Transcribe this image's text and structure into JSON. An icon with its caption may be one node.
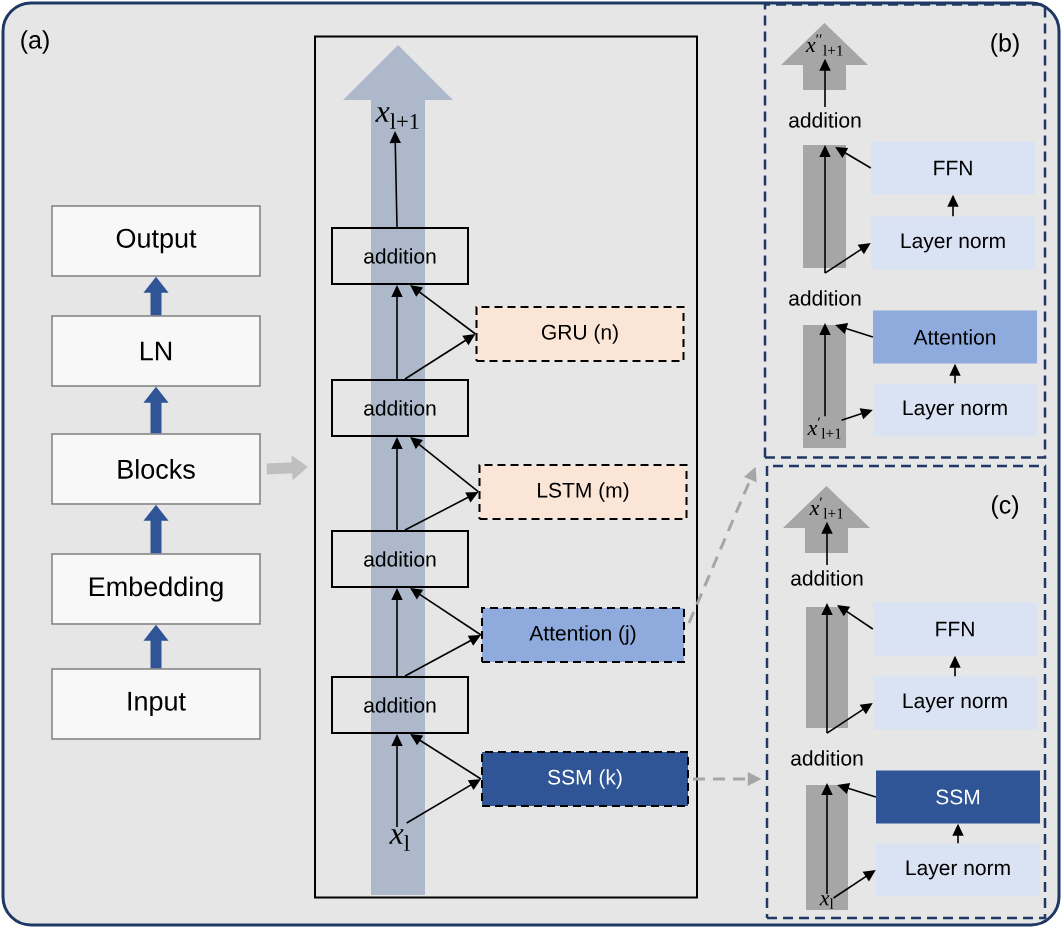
{
  "diagram": {
    "nodes": [
      {
        "text": [
          "(a)"
        ]
      },
      {
        "text": [
          "Output"
        ],
        "in": 0
      },
      {
        "text": [
          "LN"
        ],
        "in": 0
      },
      {
        "text": [
          "Blocks"
        ],
        "in": 0
      },
      {
        "text": [
          "Embedding"
        ],
        "in": 0
      },
      {
        "text": [
          "Input"
        ],
        "in": 0
      },
      {
        "text": [],
        "shape": "box",
        "in": 0
      },
      {
        "text": [
          "*x*$_{l+1}$"
        ],
        "in": 6
      },
      {
        "text": [
          "addition"
        ],
        "in": 6
      },
      {
        "text": [
          "GRU (n)"
        ],
        "in": 6
      },
      {
        "text": [
          "addition"
        ],
        "in": 6
      },
      {
        "text": [
          "LSTM (m)"
        ],
        "in": 6
      },
      {
        "text": [
          "addition"
        ],
        "in": 6
      },
      {
        "text": [
          "Attention (j)"
        ],
        "in": 6
      },
      {
        "text": [
          "addition"
        ],
        "in": 6
      },
      {
        "text": [
          "SSM (k)"
        ],
        "in": 6
      },
      {
        "text": [
          "*x*$_{l}$"
        ],
        "in": 6
      },
      {
        "text": [
          "(b)"
        ],
        "in": 0
      },
      {
        "text": [
          "*x*$^{′′}$$_{l+1}$"
        ],
        "in": 17
      },
      {
        "text": [
          "addition"
        ],
        "in": 17
      },
      {
        "text": [
          "FFN"
        ],
        "in": 17
      },
      {
        "text": [
          "Layer norm"
        ],
        "in": 17
      },
      {
        "text": [
          "addition"
        ],
        "in": 17
      },
      {
        "text": [
          "Attention"
        ],
        "in": 17
      },
      {
        "text": [
          "Layer norm"
        ],
        "in": 17
      },
      {
        "text": [
          "*x*$^{′}$$_{l+1}$"
        ],
        "in": 17
      },
      {
        "text": [
          "(c)"
        ],
        "in": 0
      },
      {
        "text": [
          "*x*$^{′}$$_{l+1}$"
        ],
        "in": 26
      },
      {
        "text": [
          "addition"
        ],
        "in": 26
      },
      {
        "text": [
          "FFN"
        ],
        "in": 26
      },
      {
        "text": [
          "Layer norm"
        ],
        "in": 26
      },
      {
        "text": [
          "addition"
        ],
        "in": 26
      },
      {
        "text": [
          "SSM"
        ],
        "in": 26
      },
      {
        "text": [
          "Layer norm"
        ],
        "in": 26
      },
      {
        "text": [
          "*x*$_{l}$"
        ],
        "in": 26
      }
    ],
    "edges": [
      {
        "from": 5,
        "to": 4,
        "arrow": "to",
        "style": "thick",
        "color": "#2f5597"
      },
      {
        "from": 4,
        "to": 3,
        "arrow": "to",
        "style": "thick",
        "color": "#2f5597"
      },
      {
        "from": 3,
        "to": 2,
        "arrow": "to",
        "style": "thick",
        "color": "#2f5597"
      },
      {
        "from": 2,
        "to": 1,
        "arrow": "to",
        "style": "thick",
        "color": "#2f5597"
      },
      {
        "from": 3,
        "to": 6,
        "arrow": "to",
        "style": "thick",
        "color": "#bfbfbf"
      },
      {
        "from": 16,
        "to": 14,
        "arrow": "to"
      },
      {
        "from": 16,
        "to": 15,
        "arrow": "to"
      },
      {
        "from": 15,
        "to": 14,
        "arrow": "to"
      },
      {
        "from": 14,
        "to": 12,
        "arrow": "to"
      },
      {
        "from": 14,
        "to": 13,
        "arrow": "to"
      },
      {
        "from": 13,
        "to": 12,
        "arrow": "to"
      },
      {
        "from": 12,
        "to": 10,
        "arrow": "to"
      },
      {
        "from": 12,
        "to": 11,
        "arrow": "to"
      },
      {
        "from": 11,
        "to": 10,
        "arrow": "to"
      },
      {
        "from": 10,
        "to": 8,
        "arrow": "to"
      },
      {
        "from": 10,
        "to": 9,
        "arrow": "to"
      },
      {
        "from": 9,
        "to": 8,
        "arrow": "to"
      },
      {
        "from": 8,
        "to": 7,
        "arrow": "to"
      },
      {
        "from": 13,
        "to": 17,
        "arrow": "to",
        "style": "dashed",
        "color": "#a6a6a6"
      },
      {
        "from": 15,
        "to": 26,
        "arrow": "to",
        "style": "dashed",
        "color": "#a6a6a6"
      },
      {
        "from": 25,
        "to": 22,
        "arrow": "to"
      },
      {
        "from": 25,
        "to": 24,
        "arrow": "to"
      },
      {
        "from": 24,
        "to": 23,
        "arrow": "to"
      },
      {
        "from": 23,
        "to": 22,
        "arrow": "to"
      },
      {
        "from": 22,
        "to": 19,
        "arrow": "to"
      },
      {
        "from": 22,
        "to": 21,
        "arrow": "to"
      },
      {
        "from": 21,
        "to": 20,
        "arrow": "to"
      },
      {
        "from": 20,
        "to": 19,
        "arrow": "to"
      },
      {
        "from": 19,
        "to": 18,
        "arrow": "to"
      },
      {
        "from": 34,
        "to": 31,
        "arrow": "to"
      },
      {
        "from": 34,
        "to": 33,
        "arrow": "to"
      },
      {
        "from": 33,
        "to": 32,
        "arrow": "to"
      },
      {
        "from": 32,
        "to": 31,
        "arrow": "to"
      },
      {
        "from": 31,
        "to": 28,
        "arrow": "to"
      },
      {
        "from": 31,
        "to": 30,
        "arrow": "to"
      },
      {
        "from": 30,
        "to": 29,
        "arrow": "to"
      },
      {
        "from": 29,
        "to": 28,
        "arrow": "to"
      },
      {
        "from": 28,
        "to": 27,
        "arrow": "to"
      }
    ]
  }
}
